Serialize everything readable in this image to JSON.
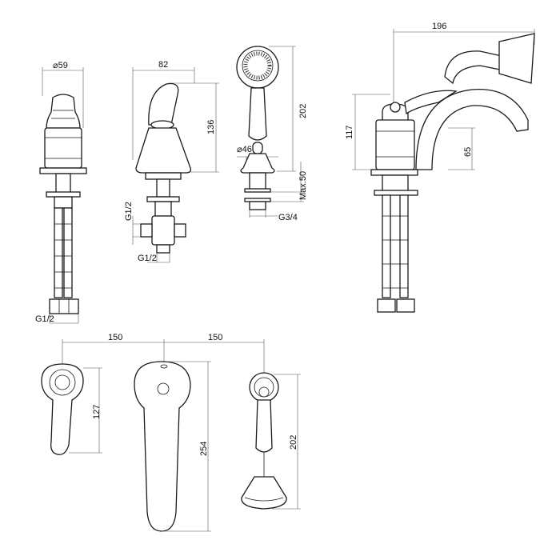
{
  "dimensions": {
    "valve_diameter": "⌀59",
    "valve_thread": "G1/2",
    "spout_width": "82",
    "spout_height": "136",
    "spout_thread_vertical": "G1/2",
    "spout_thread_horizontal": "G1/2",
    "shower_height": "202",
    "shower_holder_diameter": "⌀46",
    "shower_max_deck": "Max.50",
    "shower_thread": "G3/4",
    "side_width": "196",
    "side_height": "117",
    "side_spout_height": "65",
    "plan_spacing_left": "150",
    "plan_spacing_right": "150",
    "plan_lever_length": "127",
    "plan_spout_length": "254",
    "plan_shower_length": "202"
  },
  "colors": {
    "line": "#1a1a1a",
    "background": "#ffffff"
  }
}
